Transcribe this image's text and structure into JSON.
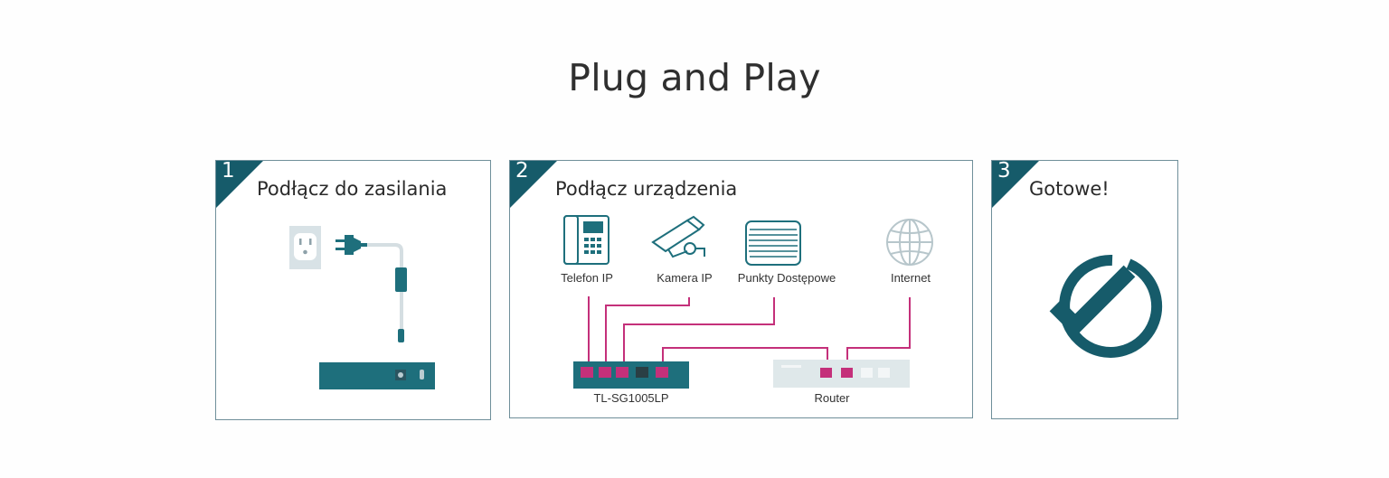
{
  "title": "Plug and Play",
  "steps": [
    {
      "number": "1",
      "title": "Podłącz do zasilania"
    },
    {
      "number": "2",
      "title": "Podłącz urządzenia",
      "devices": {
        "phone": "Telefon IP",
        "camera": "Kamera IP",
        "access_points": "Punkty Dostępowe",
        "internet": "Internet",
        "switch": "TL-SG1005LP",
        "router": "Router"
      }
    },
    {
      "number": "3",
      "title": "Gotowe!"
    }
  ],
  "colors": {
    "accent": "#165b6a",
    "device_teal": "#1e6f7c",
    "cable_magenta": "#c4307a",
    "border": "#6f8f9a"
  },
  "icons": [
    "wall-outlet-icon",
    "power-plug-icon",
    "ip-phone-icon",
    "security-camera-icon",
    "access-point-icon",
    "globe-icon",
    "checkmark-circle-icon"
  ]
}
